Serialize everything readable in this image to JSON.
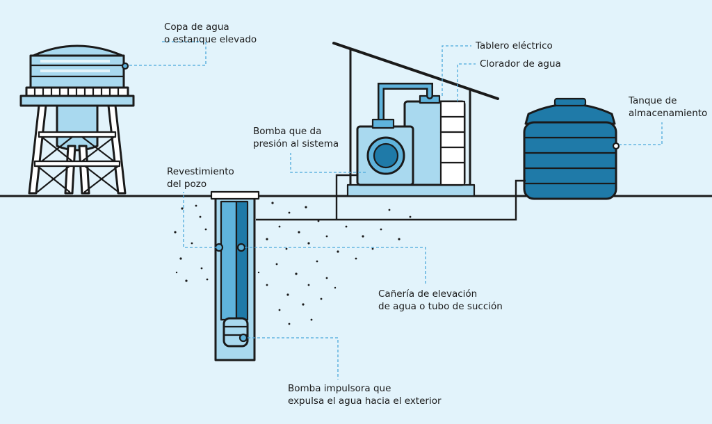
{
  "labels": {
    "water_tower": [
      "Copa de agua",
      "o estanque elevado"
    ],
    "electrical_panel": [
      "Tablero eléctrico"
    ],
    "chlorinator": [
      "Clorador de agua"
    ],
    "storage_tank": [
      "Tanque de",
      "almacenamiento"
    ],
    "pressure_pump": [
      "Bomba que da",
      "presión al sistema"
    ],
    "well_casing": [
      "Revestimiento",
      "del pozo"
    ],
    "lift_pipe": [
      "Cañería de elevación",
      "de agua o tubo de succión"
    ],
    "submersible_pump": [
      "Bomba impulsora que",
      "expulsa el agua hacia el exterior"
    ]
  },
  "colors": {
    "background": "#e2f3fb",
    "water_light": "#a9d9ef",
    "water_mid": "#5fb3dc",
    "water_dark": "#1f7aa8",
    "ink": "#1a1a1a",
    "leader": "#4aa8db"
  }
}
